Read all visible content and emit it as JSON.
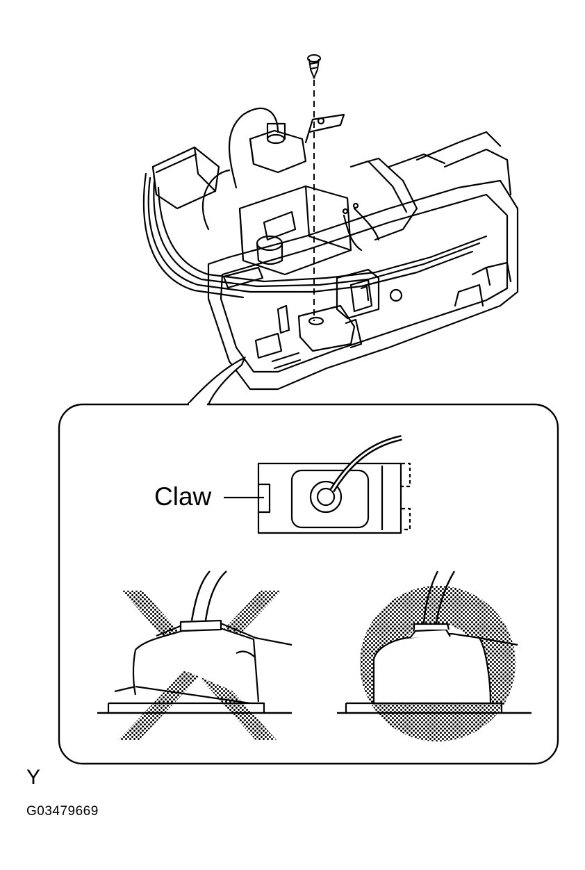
{
  "labels": {
    "claw": "Claw",
    "view_letter": "Y",
    "figure_code": "G03479669"
  },
  "icons": {
    "screw": "screw-icon",
    "incorrect": "x-mark-icon",
    "correct": "circle-mark-icon"
  },
  "colors": {
    "line": "#000000",
    "background": "#ffffff"
  }
}
